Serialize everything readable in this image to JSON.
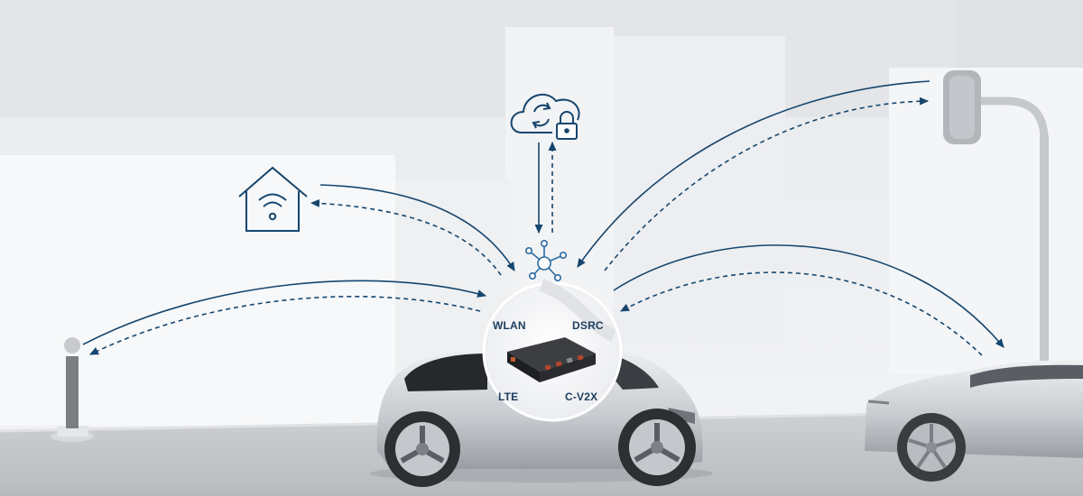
{
  "module_labels": {
    "wlan": "WLAN",
    "dsrc": "DSRC",
    "lte": "LTE",
    "cv2x": "C-V2X"
  },
  "icons": [
    "home-wifi-icon",
    "cloud-sync-lock-icon",
    "network-hub-icon",
    "traffic-light",
    "pedestrian-bollard",
    "connectivity-control-unit"
  ],
  "colors": {
    "line": "#16466e",
    "background": "#eef0f3",
    "road": "#c3c5c9",
    "car_body": "#d4d7db",
    "unit": "#2a2b2e"
  }
}
